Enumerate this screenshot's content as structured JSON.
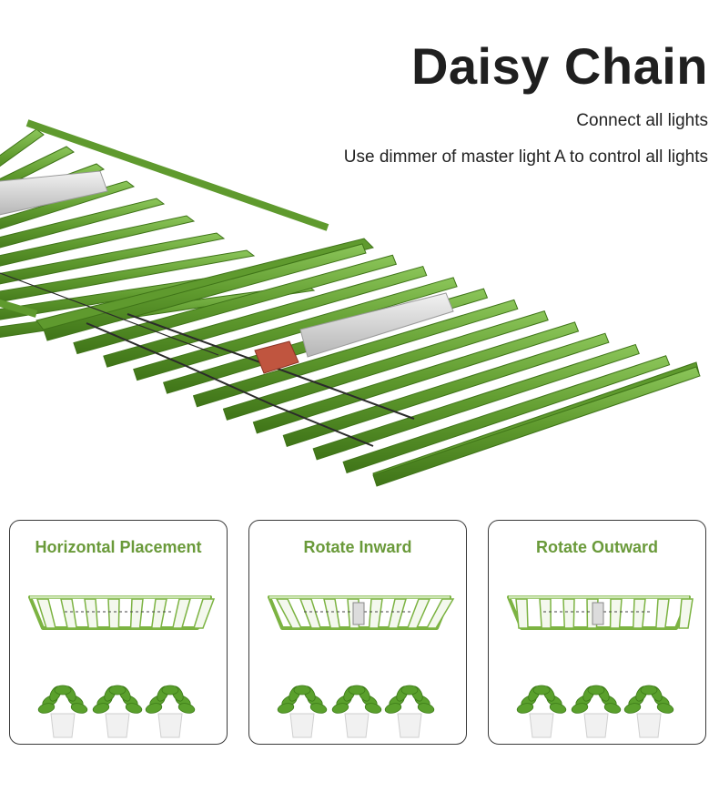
{
  "header": {
    "title": "Daisy Chain",
    "line1": "Connect all lights",
    "line2": "Use dimmer of master light A to control all lights"
  },
  "cards": [
    {
      "label": "Horizontal Placement",
      "mode": "horizontal"
    },
    {
      "label": "Rotate Inward",
      "mode": "inward"
    },
    {
      "label": "Rotate Outward",
      "mode": "outward"
    }
  ],
  "colors": {
    "frame_green": "#5f9a2e",
    "bar_green": "#6aa53a",
    "label_green": "#6a9a3a",
    "driver_gray": "#cfcfcf",
    "dimmer_red": "#c0553f"
  }
}
